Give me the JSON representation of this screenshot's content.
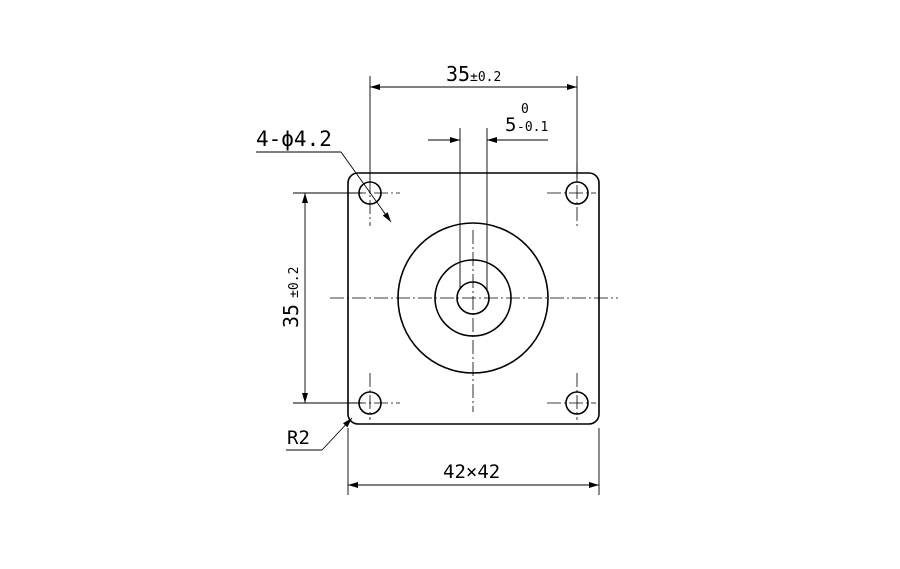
{
  "drawing": {
    "hole_callout": "4-ϕ4.2",
    "top_dim_main": "35",
    "top_dim_tol": "±0.2",
    "shaft_dim_main": "5",
    "shaft_dim_upper": "0",
    "shaft_dim_lower": "-0.1",
    "side_dim_main": "35",
    "side_dim_tol": "±0.2",
    "radius_callout": "R2",
    "overall_dim": "42×42"
  }
}
